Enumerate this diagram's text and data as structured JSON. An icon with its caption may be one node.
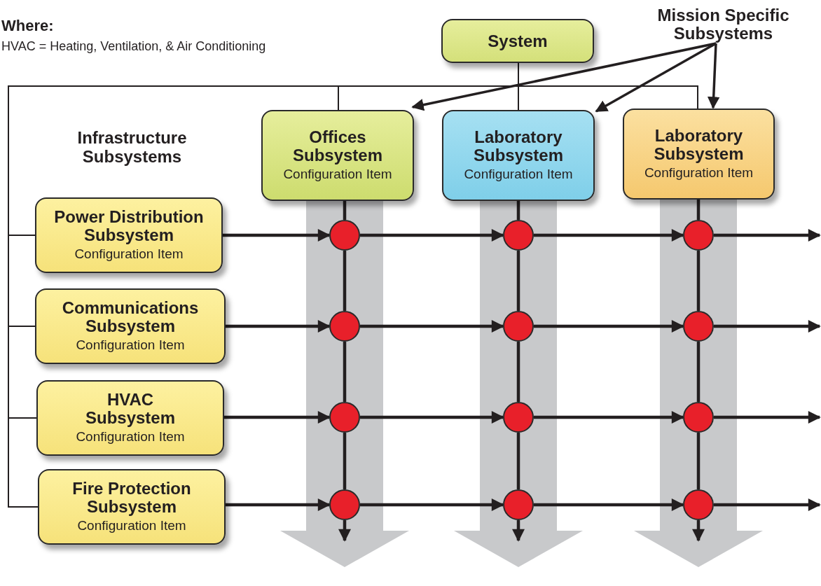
{
  "diagram": {
    "nodes": [
      {
        "text": [
          "System"
        ]
      },
      {
        "text": [
          "Offices Subsystem",
          "Configuration Item"
        ]
      },
      {
        "text": [
          "Laboratory Subsystem",
          "Configuration Item"
        ]
      },
      {
        "text": [
          "Laboratory Subsystem",
          "Configuration Item"
        ]
      },
      {
        "text": [
          "Power Distribution Subsystem",
          "Configuration Item"
        ]
      },
      {
        "text": [
          "Communications Subsystem",
          "Configuration Item"
        ]
      },
      {
        "text": [
          "HVAC Subsystem",
          "Configuration Item"
        ]
      },
      {
        "text": [
          "Fire Protection Subsystem",
          "Configuration Item"
        ]
      },
      {
        "text": [],
        "shape": "circle"
      },
      {
        "text": [],
        "shape": "circle"
      },
      {
        "text": [],
        "shape": "circle"
      },
      {
        "text": [],
        "shape": "circle"
      },
      {
        "text": [],
        "shape": "circle"
      },
      {
        "text": [],
        "shape": "circle"
      },
      {
        "text": [],
        "shape": "circle"
      },
      {
        "text": [],
        "shape": "circle"
      },
      {
        "text": [],
        "shape": "circle"
      },
      {
        "text": [],
        "shape": "circle"
      },
      {
        "text": [],
        "shape": "circle"
      },
      {
        "text": [],
        "shape": "circle"
      },
      {
        "text": [
          "Mission Specific Subsystems"
        ]
      }
    ],
    "edges": [
      {
        "from": 0,
        "to": 1,
        "arrow": "none"
      },
      {
        "from": 0,
        "to": 2,
        "arrow": "none"
      },
      {
        "from": 0,
        "to": 3,
        "arrow": "none"
      },
      {
        "from": 0,
        "to": 4,
        "arrow": "none"
      },
      {
        "from": 0,
        "to": 5,
        "arrow": "none"
      },
      {
        "from": 0,
        "to": 6,
        "arrow": "none"
      },
      {
        "from": 0,
        "to": 7,
        "arrow": "none"
      },
      {
        "from": 20,
        "to": 1,
        "arrow": "to"
      },
      {
        "from": 20,
        "to": 2,
        "arrow": "to"
      },
      {
        "from": 20,
        "to": 3,
        "arrow": "to"
      },
      {
        "from": 4,
        "to": 8,
        "arrow": "to"
      },
      {
        "from": 8,
        "to": 9,
        "arrow": "to"
      },
      {
        "from": 9,
        "to": 10,
        "arrow": "to"
      },
      {
        "from": 10,
        "to": null,
        "arrow": "to"
      },
      {
        "from": 5,
        "to": 11,
        "arrow": "to"
      },
      {
        "from": 11,
        "to": 12,
        "arrow": "to"
      },
      {
        "from": 12,
        "to": 13,
        "arrow": "to"
      },
      {
        "from": 13,
        "to": null,
        "arrow": "to"
      },
      {
        "from": 6,
        "to": 14,
        "arrow": "to"
      },
      {
        "from": 14,
        "to": 15,
        "arrow": "to"
      },
      {
        "from": 15,
        "to": 16,
        "arrow": "to"
      },
      {
        "from": 16,
        "to": null,
        "arrow": "to"
      },
      {
        "from": 7,
        "to": 17,
        "arrow": "to"
      },
      {
        "from": 17,
        "to": 18,
        "arrow": "to"
      },
      {
        "from": 18,
        "to": 19,
        "arrow": "to"
      },
      {
        "from": 19,
        "to": null,
        "arrow": "to"
      },
      {
        "from": 1,
        "to": 8,
        "arrow": "none"
      },
      {
        "from": 8,
        "to": 11,
        "arrow": "none"
      },
      {
        "from": 11,
        "to": 14,
        "arrow": "none"
      },
      {
        "from": 14,
        "to": 17,
        "arrow": "none"
      },
      {
        "from": 17,
        "to": null,
        "arrow": "to"
      },
      {
        "from": 2,
        "to": 9,
        "arrow": "none"
      },
      {
        "from": 9,
        "to": 12,
        "arrow": "none"
      },
      {
        "from": 12,
        "to": 15,
        "arrow": "none"
      },
      {
        "from": 15,
        "to": 18,
        "arrow": "none"
      },
      {
        "from": 18,
        "to": null,
        "arrow": "to"
      },
      {
        "from": 3,
        "to": 10,
        "arrow": "none"
      },
      {
        "from": 10,
        "to": 13,
        "arrow": "none"
      },
      {
        "from": 13,
        "to": 16,
        "arrow": "none"
      },
      {
        "from": 16,
        "to": 19,
        "arrow": "none"
      },
      {
        "from": 19,
        "to": null,
        "arrow": "to"
      }
    ],
    "labels": [
      "Where:",
      "HVAC = Heating, Ventilation, & Air Conditioning",
      "Infrastructure Subsystems"
    ]
  }
}
